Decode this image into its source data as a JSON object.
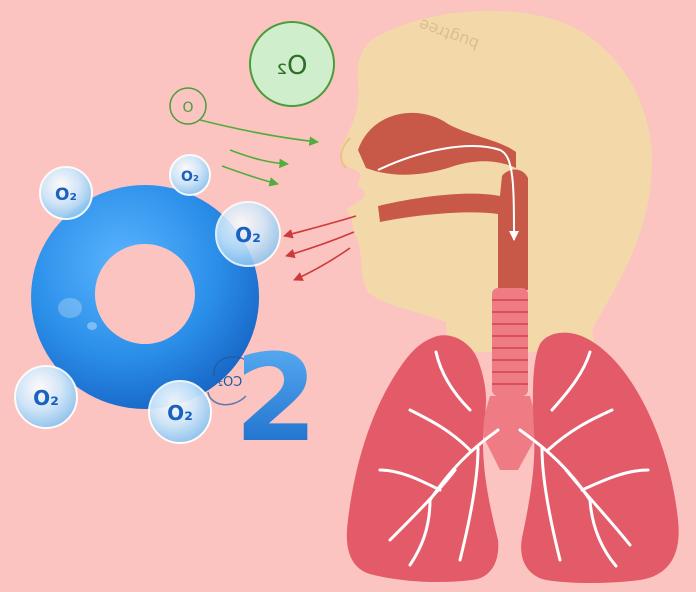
{
  "labels": {
    "o2_mirrored": "O₂",
    "o_small": "O",
    "co2_partial": "CO₂",
    "big_o": "O",
    "big_two": "2",
    "bubble": "O₂",
    "watermark": "bugtree"
  },
  "colors": {
    "background": "#fbc4c0",
    "head": "#f3d9aa",
    "airway": "#c85848",
    "lung": "#e35a68",
    "trachea": "#ef7b85",
    "big_o": "#2a8ee8",
    "two": "#1c78d8",
    "bubble": "#b8dcf8",
    "arrow_in": "#52ad3c",
    "arrow_out": "#cc3a3a"
  },
  "icons": [
    "o2-molecule-icon",
    "co2-molecule-icon",
    "lungs-icon",
    "head-icon"
  ]
}
